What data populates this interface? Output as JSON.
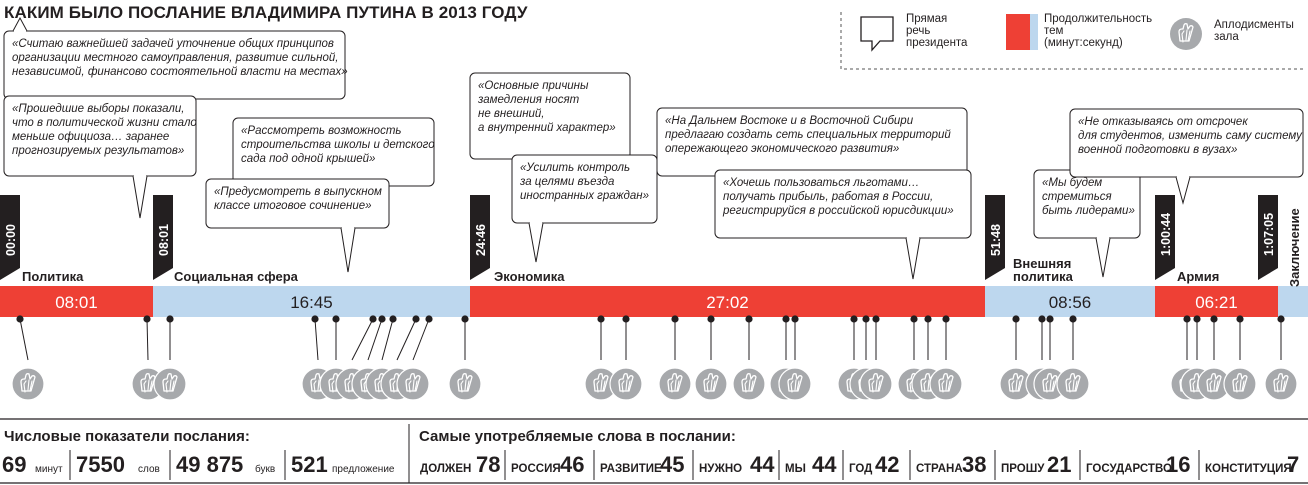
{
  "title": "КАКИМ БЫЛО ПОСЛАНИЕ ВЛАДИМИРА ПУТИНА В 2013 ГОДУ",
  "legend": {
    "speech": [
      "Прямая",
      "речь",
      "президента"
    ],
    "duration": [
      "Продолжительность",
      "тем",
      "(минут:секунд)"
    ],
    "applause": [
      "Аплодисменты",
      "зала"
    ]
  },
  "colors": {
    "red": "#ee4035",
    "blue": "#bdd7ee",
    "dark": "#231f20",
    "applause": "#a7a9ac"
  },
  "quotes": [
    {
      "lines": [
        "«Считаю важнейшей задачей уточнение общих принципов",
        "организации местного самоуправления, развитие сильной,",
        "независимой, финансово состоятельной власти на местах»"
      ]
    },
    {
      "lines": [
        "«Прошедшие выборы показали,",
        "что в политической жизни стало",
        "меньше официоза… заранее",
        "прогнозируемых результатов»"
      ]
    },
    {
      "lines": [
        "«Рассмотреть возможность",
        "строительства школы и детского",
        "сада под одной крышей»"
      ]
    },
    {
      "lines": [
        "«Предусмотреть в выпускном",
        "классе итоговое сочинение»"
      ]
    },
    {
      "lines": [
        "«Основные причины",
        "замедления носят",
        "не внешний,",
        "а внутренний характер»"
      ]
    },
    {
      "lines": [
        "«Усилить контроль",
        "за целями въезда",
        "иностранных граждан»"
      ]
    },
    {
      "lines": [
        "«На Дальнем Востоке и в Восточной Сибири",
        "предлагаю создать сеть специальных территорий",
        "опережающего экономического развития»"
      ]
    },
    {
      "lines": [
        "«Хочешь пользоваться льготами…",
        "получать прибыль, работая в России,",
        "регистрируйся в российской юрисдикции»"
      ]
    },
    {
      "lines": [
        "«Мы будем",
        "стремиться",
        "быть лидерами»"
      ]
    },
    {
      "lines": [
        "«Не отказываясь от отсрочек",
        "для студентов, изменить саму систему",
        "военной подготовки в вузах»"
      ]
    }
  ],
  "timeline": {
    "sections": [
      {
        "name": "Политика",
        "start": "00:00",
        "duration": "08:01",
        "color": "red"
      },
      {
        "name": "Социальная сфера",
        "start": "08:01",
        "duration": "16:45",
        "color": "blue"
      },
      {
        "name": "Экономика",
        "start": "24:46",
        "duration": "27:02",
        "color": "red"
      },
      {
        "name": [
          "Внешняя",
          "политика"
        ],
        "start": "51:48",
        "duration": "08:56",
        "color": "blue"
      },
      {
        "name": "Армия",
        "start": "1:00:44",
        "duration": "06:21",
        "color": "red"
      },
      {
        "name": "Заключение",
        "start": "1:07:05",
        "duration": "",
        "color": "blue"
      }
    ],
    "applause_count": 33
  },
  "stats": {
    "heading": "Числовые показатели послания:",
    "items": [
      {
        "value": "69",
        "unit": "минут"
      },
      {
        "value": "7550",
        "unit": "слов"
      },
      {
        "value": "49 875",
        "unit": "букв"
      },
      {
        "value": "521",
        "unit": "предложение"
      }
    ]
  },
  "words": {
    "heading": "Самые употребляемые слова в послании:",
    "items": [
      {
        "word": "ДОЛЖЕН",
        "count": "78"
      },
      {
        "word": "РОССИЯ",
        "count": "46"
      },
      {
        "word": "РАЗВИТИЕ",
        "count": "45"
      },
      {
        "word": "НУЖНО",
        "count": "44"
      },
      {
        "word": "МЫ",
        "count": "44"
      },
      {
        "word": "ГОД",
        "count": "42"
      },
      {
        "word": "СТРАНА",
        "count": "38"
      },
      {
        "word": "ПРОШУ",
        "count": "21"
      },
      {
        "word": "ГОСУДАРСТВО",
        "count": "16"
      },
      {
        "word": "КОНСТИТУЦИЯ",
        "count": "7"
      }
    ]
  }
}
